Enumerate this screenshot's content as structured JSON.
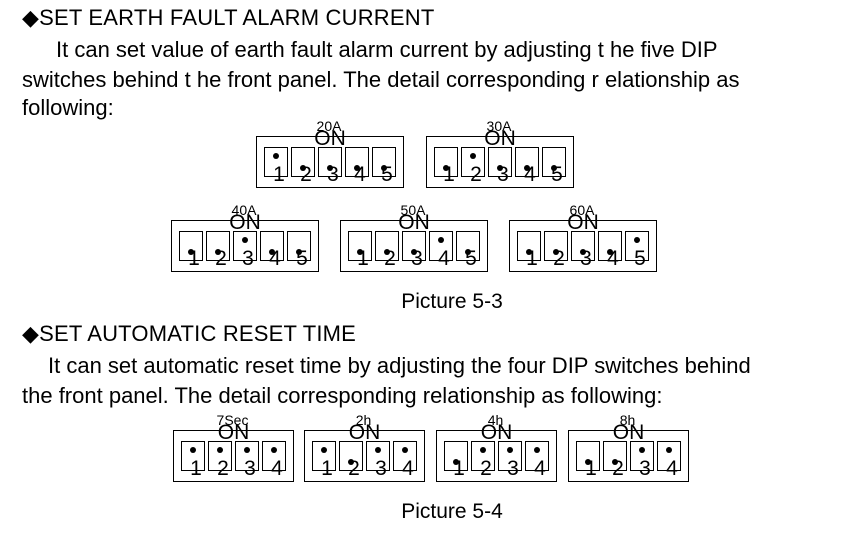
{
  "section1": {
    "heading": "◆SET EARTH FAULT ALARM CURRENT",
    "lines": [
      "It can set value of earth fault alarm current by adjusting t he five DIP",
      "switches behind t he front panel. The detail corresponding r elationship as",
      "following:"
    ],
    "on_label": "ON",
    "switch_numbers": [
      "1",
      "2",
      "3",
      "4",
      "5"
    ],
    "settings": [
      {
        "label": "20A",
        "positions": [
          "on",
          "off",
          "off",
          "off",
          "off"
        ]
      },
      {
        "label": "30A",
        "positions": [
          "off",
          "on",
          "off",
          "off",
          "off"
        ]
      },
      {
        "label": "40A",
        "positions": [
          "off",
          "off",
          "on",
          "off",
          "off"
        ]
      },
      {
        "label": "50A",
        "positions": [
          "off",
          "off",
          "off",
          "on",
          "off"
        ]
      },
      {
        "label": "60A",
        "positions": [
          "off",
          "off",
          "off",
          "off",
          "on"
        ]
      }
    ],
    "caption": "Picture 5-3"
  },
  "section2": {
    "heading": "◆SET AUTOMATIC RESET TIME",
    "lines": [
      "It can set automatic reset time by adjusting the four DIP switches behind",
      "the front panel. The detail corresponding relationship as following:"
    ],
    "on_label": "ON",
    "switch_numbers": [
      "1",
      "2",
      "3",
      "4"
    ],
    "settings": [
      {
        "label": "7Sec",
        "positions": [
          "on",
          "on",
          "on",
          "on"
        ]
      },
      {
        "label": "2h",
        "positions": [
          "on",
          "off",
          "on",
          "on"
        ]
      },
      {
        "label": "4h",
        "positions": [
          "off",
          "on",
          "on",
          "on"
        ]
      },
      {
        "label": "8h",
        "positions": [
          "off",
          "off",
          "on",
          "on"
        ]
      }
    ],
    "caption": "Picture 5-4"
  }
}
